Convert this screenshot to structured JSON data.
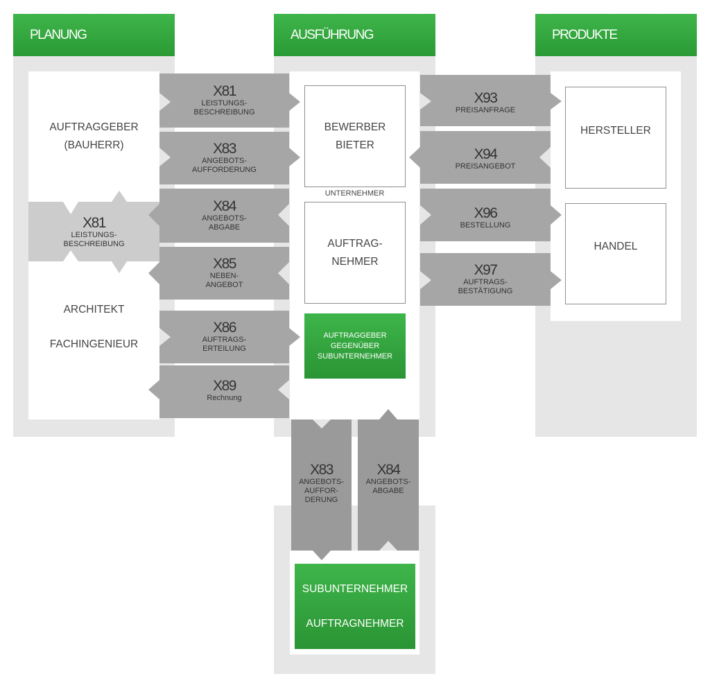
{
  "columns": {
    "planung": "PLANUNG",
    "ausfuehrung": "AUSFÜHRUNG",
    "produkte": "PRODUKTE"
  },
  "planung": {
    "auftraggeber_line1": "AUFTRAGGEBER",
    "auftraggeber_line2": "(BAUHERR)",
    "architekt": "ARCHITEKT",
    "fachingenieur": "FACHINGENIEUR",
    "x81_code": "X81",
    "x81_line1": "LEISTUNGS-",
    "x81_line2": "BESCHREIBUNG"
  },
  "ausfuehrung": {
    "bewerber": "BEWERBER",
    "bieter": "BIETER",
    "unternehmer": "UNTERNEHMER",
    "auftrag_line1": "AUFTRAG-",
    "auftrag_line2": "NEHMER",
    "sub_ag_line1": "AUFTRAGGEBER",
    "sub_ag_line2": "GEGENÜBER",
    "sub_ag_line3": "SUBUNTERNEHMER"
  },
  "produkte": {
    "hersteller": "HERSTELLER",
    "handel": "HANDEL"
  },
  "subunternehmer": {
    "line1": "SUBUNTERNEHMER",
    "line2": "AUFTRAGNEHMER"
  },
  "arrows_left": [
    {
      "code": "X81",
      "line1": "LEISTUNGS-",
      "line2": "BESCHREIBUNG"
    },
    {
      "code": "X83",
      "line1": "ANGEBOTS-",
      "line2": "AUFFORDERUNG"
    },
    {
      "code": "X84",
      "line1": "ANGEBOTS-",
      "line2": "ABGABE"
    },
    {
      "code": "X85",
      "line1": "NEBEN-",
      "line2": "ANGEBOT"
    },
    {
      "code": "X86",
      "line1": "AUFTRAGS-",
      "line2": "ERTEILUNG"
    },
    {
      "code": "X89",
      "line1": "Rechnung",
      "line2": ""
    }
  ],
  "arrows_right": [
    {
      "code": "X93",
      "line1": "PREISANFRAGE",
      "line2": ""
    },
    {
      "code": "X94",
      "line1": "PREISANGEBOT",
      "line2": ""
    },
    {
      "code": "X96",
      "line1": "BESTELLUNG",
      "line2": ""
    },
    {
      "code": "X97",
      "line1": "AUFTRAGS-",
      "line2": "BESTÄTIGUNG"
    }
  ],
  "arrows_down": [
    {
      "code": "X83",
      "line1": "ANGEBOTS-",
      "line2": "AUFFOR-",
      "line3": "DERUNG"
    },
    {
      "code": "X84",
      "line1": "ANGEBOTS-",
      "line2": "ABGABE",
      "line3": ""
    }
  ]
}
